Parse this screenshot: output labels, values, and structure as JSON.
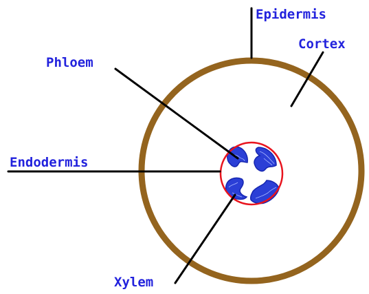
{
  "diagram": {
    "labels": {
      "epidermis": "Epidermis",
      "cortex": "Cortex",
      "phloem": "Phloem",
      "endodermis": "Endodermis",
      "xylem": "Xylem"
    }
  },
  "colors": {
    "epidermis_ring": "#94641e",
    "endodermis_ring": "#e8141e",
    "vascular_tissue": "#2b3fd6",
    "label_text": "#2222dd",
    "leader_line": "#000000",
    "background": "#ffffff"
  }
}
